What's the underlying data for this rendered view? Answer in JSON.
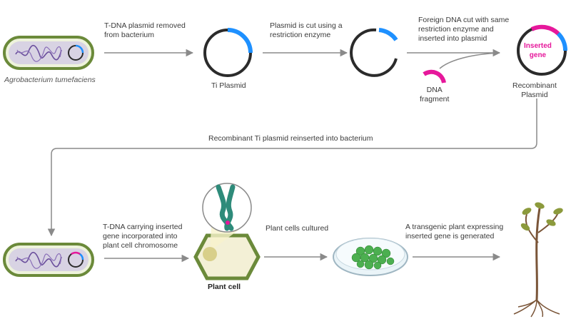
{
  "labels": {
    "bacterium_name": "Agrobacterium tumefaciens",
    "step1": [
      "T-DNA plasmid removed",
      "from bacterium"
    ],
    "ti_plasmid": "Ti Plasmid",
    "step2": [
      "Plasmid is cut using a",
      "restriction enzyme"
    ],
    "step3": [
      "Foreign DNA cut with same",
      "restriction enzyme and",
      "inserted into plasmid"
    ],
    "inserted_gene": [
      "Inserted",
      "gene"
    ],
    "dna_fragment": [
      "DNA",
      "fragment"
    ],
    "recombinant_plasmid": [
      "Recombinant",
      "Plasmid"
    ],
    "reinsert": "Recombinant Ti plasmid  reinserted into  bacterium",
    "step4": [
      "T-DNA carrying  inserted",
      "gene  incorporated into",
      "plant cell chromosome"
    ],
    "plant_cell": "Plant cell",
    "cultured": "Plant cells cultured",
    "transgenic": [
      "A transgenic plant expressing",
      "inserted gene is generated"
    ]
  },
  "colors": {
    "arrow": "#8a8a8a",
    "plasmid_ring": "#2b2b2b",
    "t_dna_blue": "#1e90ff",
    "inserted_pink": "#e6189b",
    "bacterium_fill": "#d8d3e3",
    "bacterium_border": "#6b8a3a",
    "chromosome": "#2e8b7a",
    "plant_cell_border": "#6b8a3a",
    "plant_cell_fill": "#f3f0d6",
    "dish_cells": "#4caf50",
    "root": "#7a5538",
    "leaf": "#8c9a3c"
  },
  "icons": [
    "bacterium-icon",
    "plasmid-icon",
    "chromosome-icon",
    "plant-cell-icon",
    "petri-dish-icon",
    "plant-icon"
  ]
}
